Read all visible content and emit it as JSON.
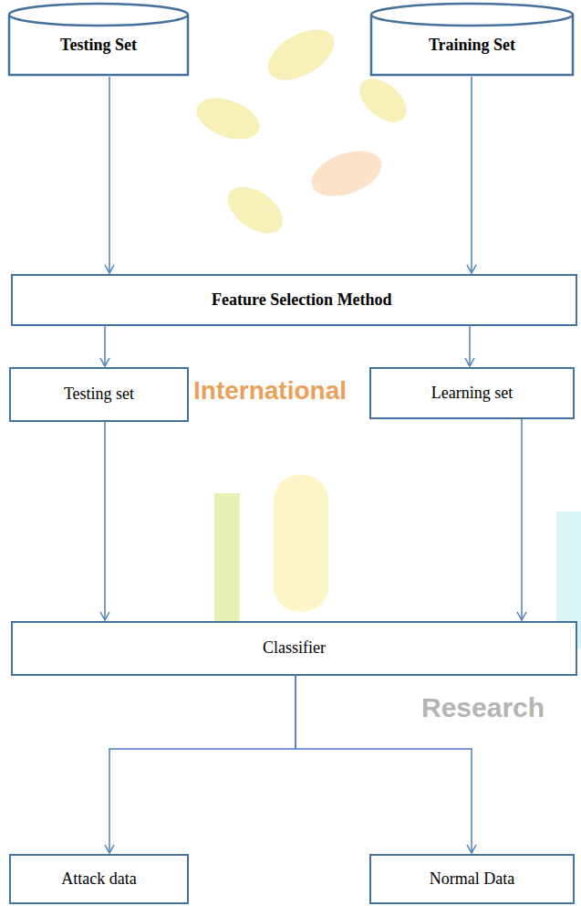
{
  "diagram": {
    "nodes": [
      {
        "text": [
          "Testing Set"
        ]
      },
      {
        "text": [
          "Training Set"
        ]
      },
      {
        "text": [
          "Feature Selection Method"
        ]
      },
      {
        "text": [
          "Testing set"
        ]
      },
      {
        "text": [
          "Learning set"
        ]
      },
      {
        "text": [
          "Classifier"
        ]
      },
      {
        "text": [
          "Attack data"
        ]
      },
      {
        "text": [
          "Normal Data"
        ]
      }
    ],
    "edges": [
      {
        "from": 0,
        "to": 2,
        "arrow": "to"
      },
      {
        "from": 1,
        "to": 2,
        "arrow": "to"
      },
      {
        "from": 2,
        "to": 3,
        "arrow": "to"
      },
      {
        "from": 2,
        "to": 4,
        "arrow": "to"
      },
      {
        "from": 3,
        "to": 5,
        "arrow": "to"
      },
      {
        "from": 4,
        "to": 5,
        "arrow": "to"
      },
      {
        "from": 5,
        "to": 6,
        "arrow": "to"
      },
      {
        "from": 5,
        "to": 7,
        "arrow": "to"
      }
    ],
    "labels": [
      "International",
      "Research"
    ]
  }
}
